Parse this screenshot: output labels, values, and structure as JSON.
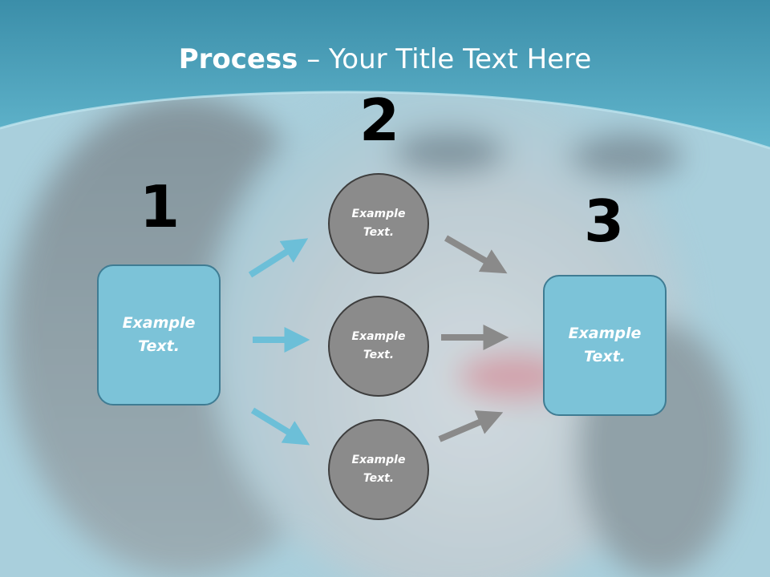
{
  "slide": {
    "title_bold": "Process",
    "title_rest": " – Your Title Text Here",
    "colors": {
      "header_band": "#4fa9c4",
      "box_fill": "#7cc3d8",
      "box_border": "#3f7c93",
      "circle_fill": "#8b8b8b",
      "blue_arrow": "#6cbfd8",
      "gray_arrow": "#8a8a8a"
    }
  },
  "steps": {
    "one": "1",
    "two": "2",
    "three": "3"
  },
  "start_box": {
    "text": "Example\nText."
  },
  "end_box": {
    "text": "Example\nText."
  },
  "circles": [
    {
      "text": "Example\nText."
    },
    {
      "text": "Example\nText."
    },
    {
      "text": "Example\nText."
    }
  ]
}
